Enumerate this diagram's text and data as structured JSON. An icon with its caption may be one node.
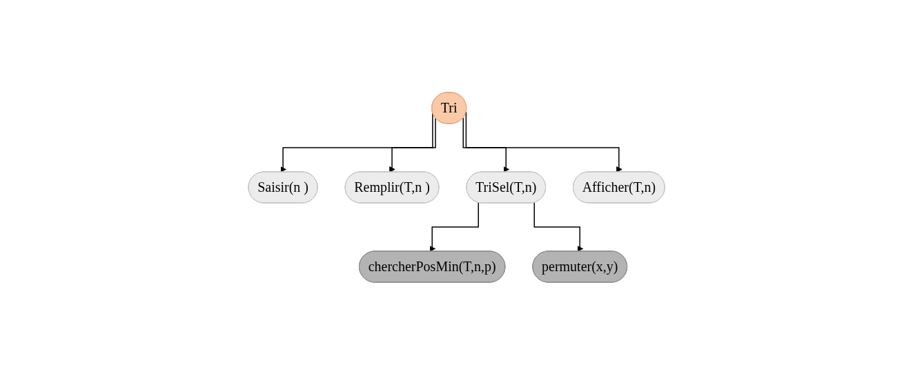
{
  "diagram": {
    "nodes": [
      {
        "text": [
          "Tri"
        ]
      },
      {
        "text": [
          "Saisir(n )"
        ]
      },
      {
        "text": [
          "Remplir(T,n )"
        ]
      },
      {
        "text": [
          "TriSel(T,n)"
        ]
      },
      {
        "text": [
          "Afficher(T,n)"
        ]
      },
      {
        "text": [
          "chercherPosMin(T,n,p)"
        ]
      },
      {
        "text": [
          "permuter(x,y)"
        ]
      }
    ],
    "edges": [
      {
        "from": 0,
        "to": 1,
        "arrow": "to"
      },
      {
        "from": 0,
        "to": 2,
        "arrow": "to"
      },
      {
        "from": 0,
        "to": 3,
        "arrow": "to"
      },
      {
        "from": 0,
        "to": 4,
        "arrow": "to"
      },
      {
        "from": 3,
        "to": 5,
        "arrow": "to"
      },
      {
        "from": 3,
        "to": 6,
        "arrow": "to"
      }
    ]
  }
}
